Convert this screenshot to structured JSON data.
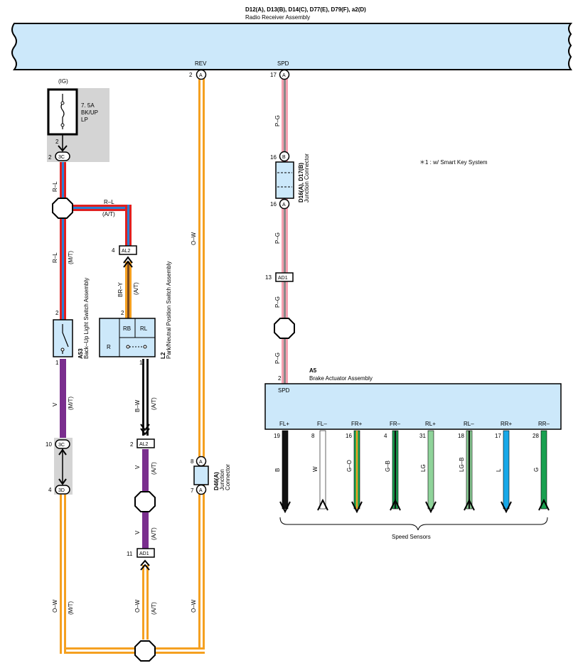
{
  "colors": {
    "component_fill": "#cce8fa",
    "red": "#e02020",
    "blue": "#2a7fd4",
    "orange": "#f5a020",
    "purple": "#7a2e8e",
    "pink": "#f5a0b0",
    "grey_bg": "#d4d4d4",
    "green": "#1aa050",
    "light_green": "#8fd39a",
    "cyan": "#18a8e8",
    "black": "#111111"
  },
  "radio": {
    "title": "D12(A), D13(B), D14(C), D77(E), D79(F), a2(D)",
    "subtitle": "Radio Receiver Assembly",
    "pin_rev_label": "REV",
    "pin_rev_num": "2",
    "pin_rev_conn": "A",
    "pin_spd_label": "SPD",
    "pin_spd_num": "17",
    "pin_spd_conn": "A"
  },
  "note": "＊1 : w/ Smart Key System",
  "fuse": {
    "supply": "(IG)",
    "line1": "7. 5A",
    "line2": "BK/UP",
    "line3": "LP",
    "pin_top": "2",
    "pin_num": "2",
    "pin_conn": "3C"
  },
  "wires": {
    "rl": "R–L",
    "rl2": "R–L",
    "rl3": "R–L",
    "at": "(A/T)",
    "mt": "(M/T)",
    "brY": "BR–Y",
    "bW": "B–W",
    "v": "V",
    "oW": "O–W",
    "pG": "P–G"
  },
  "backup_switch": {
    "code": "A53",
    "name": "Back–Up Light Switch Assembly",
    "pin_top": "2",
    "pin_bottom": "1"
  },
  "pnp_switch": {
    "code": "L2",
    "name": "Park/Neutral Position Switch Assembly",
    "pin_top": "2",
    "pin_bottom": "1",
    "cell_rb": "RB",
    "cell_rl": "RL",
    "cell_r": "R"
  },
  "connectors": {
    "al2_top_num": "4",
    "al2_top": "AL2",
    "al2_bot_num": "2",
    "al2_bot": "AL2",
    "ad1_left_num": "11",
    "ad1_left": "AD1",
    "ad1_right_num": "13",
    "ad1_right": "AD1",
    "c3c_num": "10",
    "c3c": "3C",
    "c3d_num": "4",
    "c3d": "3D"
  },
  "d46": {
    "code": "D46(A)",
    "line1": "Junction",
    "line2": "Connector",
    "pin_top_num": "8",
    "pin_top": "A",
    "pin_bot_num": "7",
    "pin_bot": "A"
  },
  "d16": {
    "code": "D16(A), D17(B)",
    "name": "Junction Connector",
    "pin_top_num": "16",
    "pin_top": "B",
    "pin_bot_num": "16",
    "pin_bot": "A"
  },
  "brake": {
    "code": "A5",
    "name": "Brake Actuator Assembly",
    "spd_pin": "2",
    "spd_label": "SPD",
    "terminals": [
      {
        "label": "FL+",
        "pin": "19",
        "wire": "B",
        "color": "#111111",
        "stripe": "",
        "dir": "down"
      },
      {
        "label": "FL–",
        "pin": "8",
        "wire": "W",
        "color": "#ffffff",
        "stripe": "",
        "dir": "up"
      },
      {
        "label": "FR+",
        "pin": "16",
        "wire": "G–O",
        "color": "#1aa050",
        "stripe": "#f5a020",
        "dir": "down"
      },
      {
        "label": "FR–",
        "pin": "4",
        "wire": "G–B",
        "color": "#1aa050",
        "stripe": "#111111",
        "dir": "up"
      },
      {
        "label": "RL+",
        "pin": "31",
        "wire": "LG",
        "color": "#8fd39a",
        "stripe": "",
        "dir": "down"
      },
      {
        "label": "RL–",
        "pin": "18",
        "wire": "LG–B",
        "color": "#8fd39a",
        "stripe": "#111111",
        "dir": "up"
      },
      {
        "label": "RR+",
        "pin": "17",
        "wire": "L",
        "color": "#18a8e8",
        "stripe": "",
        "dir": "down"
      },
      {
        "label": "RR–",
        "pin": "28",
        "wire": "G",
        "color": "#1aa050",
        "stripe": "",
        "dir": "up"
      }
    ],
    "sensors_label": "Speed Sensors"
  }
}
